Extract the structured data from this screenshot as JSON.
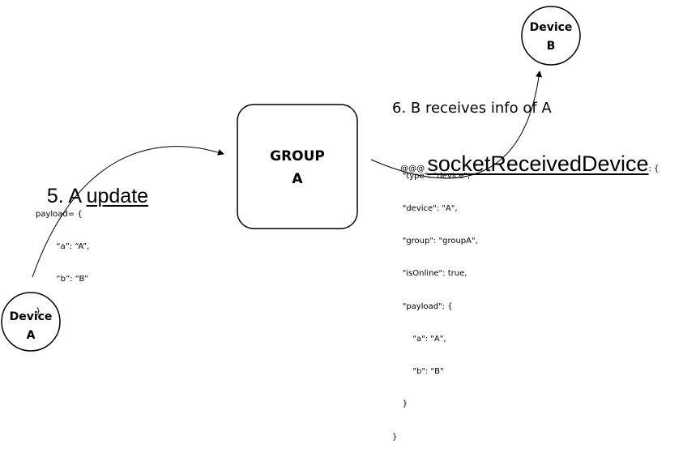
{
  "nodes": {
    "device_a": {
      "line1": "Device",
      "line2": "A"
    },
    "device_b": {
      "line1": "Device",
      "line2": "B"
    },
    "group_a": {
      "line1": "GROUP",
      "line2": "A"
    }
  },
  "step5": {
    "number": "5. A ",
    "method": "update",
    "payload_lines": [
      "payload= {",
      "        “a”: “A”,",
      "        “b”: “B”",
      "}"
    ]
  },
  "step6": {
    "title": "6. B receives info of A",
    "prefix": "@@@ ",
    "event": "socketReceivedDevice",
    "suffix": ": {",
    "body_lines": [
      "    \"type\": \"device\",",
      "    \"device\": \"A\",",
      "    \"group\": \"groupA\",",
      "    \"isOnline\": true,",
      "    \"payload\": {",
      "        \"a\": \"A\",",
      "        \"b\": \"B\"",
      "    }",
      "}"
    ]
  }
}
